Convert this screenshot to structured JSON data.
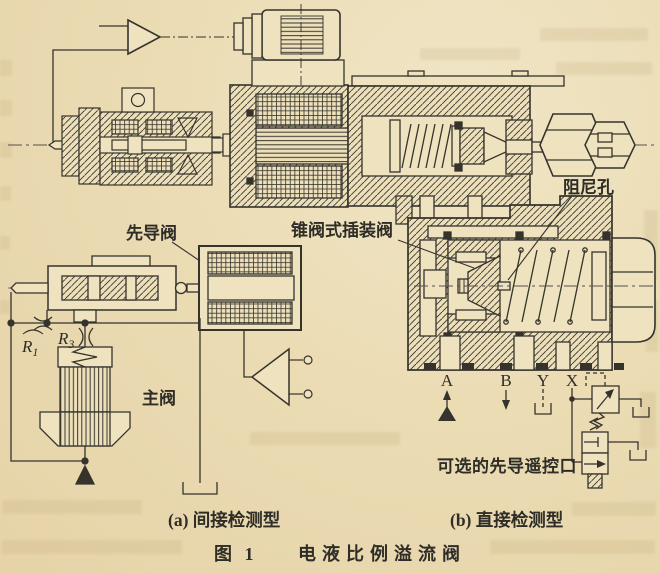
{
  "figure": {
    "number": "图 1",
    "title": "电液比例溢流阀",
    "sub_a": "(a) 间接检测型",
    "sub_b": "(b) 直接检测型"
  },
  "labels": {
    "pilot_valve": "先导阀",
    "cartridge_valve": "锥阀式插装阀",
    "damping_orifice": "阻尼孔",
    "main_valve": "主阀",
    "optional_pilot_port": "可选的先导遥控口",
    "r_base": "R",
    "r1_sub": "1",
    "r3_sub": "3"
  },
  "ports": {
    "a": "A",
    "b": "B",
    "y": "Y",
    "x": "X"
  },
  "colors": {
    "paper": "#ecdfba",
    "ink": "#35332c",
    "bleed": "#b49a68"
  }
}
